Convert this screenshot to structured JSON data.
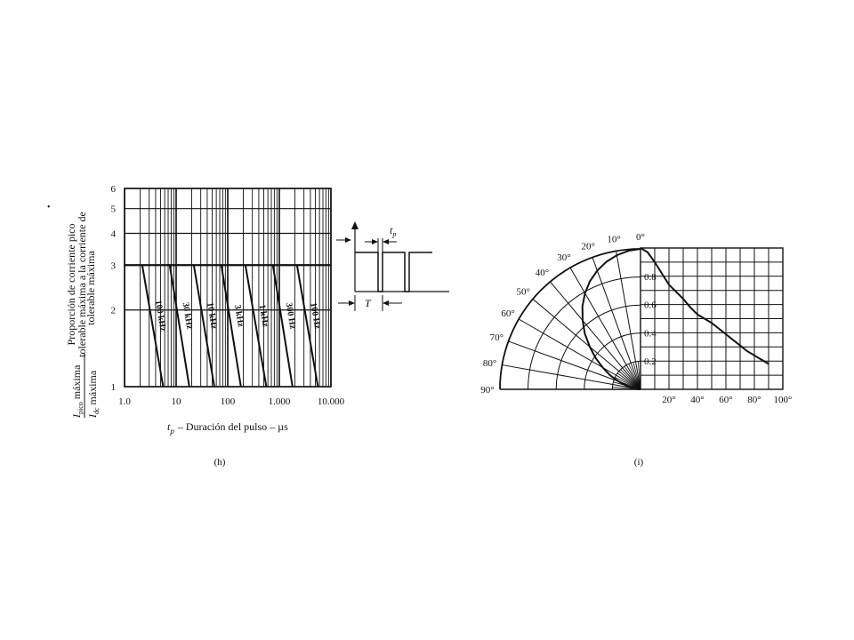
{
  "figure": {
    "stray_mark": "•"
  },
  "chart_data": [
    {
      "type": "line",
      "panel_label": "(h)",
      "xscale": "log",
      "yscale": "log",
      "xlim": [
        1,
        10000
      ],
      "ylim": [
        1,
        6
      ],
      "xticks": [
        {
          "value": 1,
          "label": "1.0"
        },
        {
          "value": 10,
          "label": "10"
        },
        {
          "value": 100,
          "label": "100"
        },
        {
          "value": 1000,
          "label": "1.000"
        },
        {
          "value": 10000,
          "label": "10.000"
        }
      ],
      "yticks": [
        {
          "value": 1,
          "label": "1"
        },
        {
          "value": 2,
          "label": "2"
        },
        {
          "value": 3,
          "label": "3"
        },
        {
          "value": 4,
          "label": "4"
        },
        {
          "value": 5,
          "label": "5"
        },
        {
          "value": 6,
          "label": "6"
        }
      ],
      "xlabel_prefix": "t",
      "xlabel_sub": "p",
      "xlabel": "– Duración del pulso – µs",
      "ylabel_lines": [
        "Proporción de corriente pico",
        "tolerable máxima a la corriente de",
        "tolerable máxima"
      ],
      "ylabel_ratio": {
        "num_sym": "I",
        "num_sub": "pico",
        "num_word": "máxima",
        "den_sym": "I",
        "den_sub": "dc",
        "den_word": "máxima"
      },
      "grid": true,
      "series": [
        {
          "name": "100 kHz",
          "x": [
            2.2,
            5.6
          ],
          "y": [
            3,
            1
          ]
        },
        {
          "name": "30 kHz",
          "x": [
            7.5,
            18
          ],
          "y": [
            3,
            1
          ]
        },
        {
          "name": "10 kHz",
          "x": [
            22,
            55
          ],
          "y": [
            3,
            1
          ]
        },
        {
          "name": "3 kHz",
          "x": [
            75,
            180
          ],
          "y": [
            3,
            1
          ]
        },
        {
          "name": "1 kHz",
          "x": [
            220,
            560
          ],
          "y": [
            3,
            1
          ]
        },
        {
          "name": "300 Hz",
          "x": [
            750,
            1800
          ],
          "y": [
            3,
            1
          ]
        },
        {
          "name": "100 Hz",
          "x": [
            2200,
            5600
          ],
          "y": [
            3,
            1
          ]
        }
      ],
      "inset": {
        "tp_label": "t",
        "tp_sub": "p",
        "period_label": "T"
      }
    },
    {
      "type": "line",
      "panel_label": "(i)",
      "polar_angle_labels": [
        "0°",
        "10°",
        "20°",
        "30°",
        "40°",
        "50°",
        "60°",
        "70°",
        "80°",
        "90°"
      ],
      "polar_radii": [
        0.2,
        0.4,
        0.6,
        0.8,
        1.0
      ],
      "polar_series": {
        "angle": [
          0,
          5,
          10,
          15,
          20,
          25,
          30,
          35,
          40,
          45,
          50,
          55,
          60,
          65,
          70,
          75,
          80,
          85,
          90
        ],
        "r": [
          1.0,
          0.99,
          0.97,
          0.94,
          0.9,
          0.85,
          0.79,
          0.72,
          0.64,
          0.56,
          0.47,
          0.39,
          0.31,
          0.24,
          0.17,
          0.11,
          0.06,
          0.03,
          0.0
        ]
      },
      "xticks": [
        {
          "value": 20,
          "label": "20°"
        },
        {
          "value": 40,
          "label": "40°"
        },
        {
          "value": 60,
          "label": "60°"
        },
        {
          "value": 80,
          "label": "80°"
        },
        {
          "value": 100,
          "label": "100°"
        }
      ],
      "yticks": [
        {
          "value": 0.2,
          "label": "0.2"
        },
        {
          "value": 0.4,
          "label": "0.4"
        },
        {
          "value": 0.6,
          "label": "0.6"
        },
        {
          "value": 0.8,
          "label": "0.8"
        }
      ],
      "xlim": [
        0,
        100
      ],
      "ylim": [
        0,
        1.0
      ],
      "grid": true,
      "cartesian_series": {
        "x": [
          0,
          5,
          10,
          15,
          20,
          25,
          30,
          35,
          40,
          45,
          50,
          55,
          60,
          65,
          70,
          75,
          80,
          85,
          90
        ],
        "y": [
          1.0,
          0.97,
          0.9,
          0.82,
          0.74,
          0.69,
          0.64,
          0.58,
          0.53,
          0.5,
          0.47,
          0.43,
          0.39,
          0.35,
          0.31,
          0.27,
          0.24,
          0.21,
          0.18
        ]
      }
    }
  ]
}
